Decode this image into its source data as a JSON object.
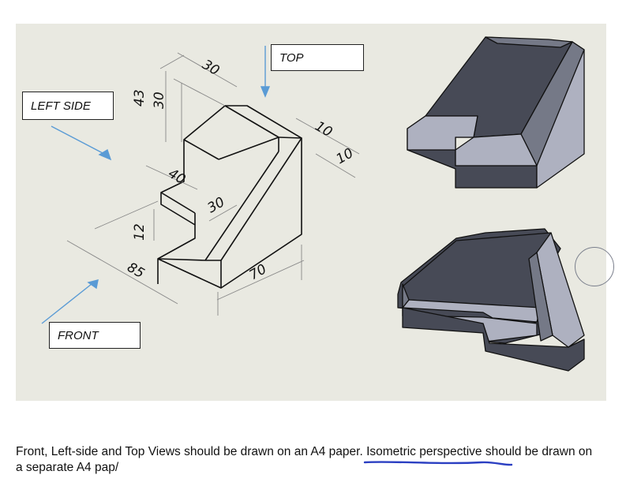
{
  "labels": {
    "top": "TOP",
    "left_side": "LEFT SIDE",
    "front": "FRONT"
  },
  "dimensions": {
    "d30_top": "30",
    "d43": "43",
    "d30_left": "30",
    "d10_a": "10",
    "d10_b": "10",
    "d40": "40",
    "d30_mid": "30",
    "d12": "12",
    "d85": "85",
    "d70": "70"
  },
  "caption": {
    "text_before": "Front, Left-side and Top Views should be drawn on an A4 paper. ",
    "highlight": "Isometric perspective",
    "text_after": " should be drawn on a separate A4 pap/"
  },
  "colors": {
    "panel_bg": "#e9e9e1",
    "solid_dark": "#474a56",
    "solid_mid": "#757987",
    "solid_light": "#aeb1c0",
    "arrow_blue": "#5a9bd5",
    "underline_blue": "#2b3fc2"
  }
}
